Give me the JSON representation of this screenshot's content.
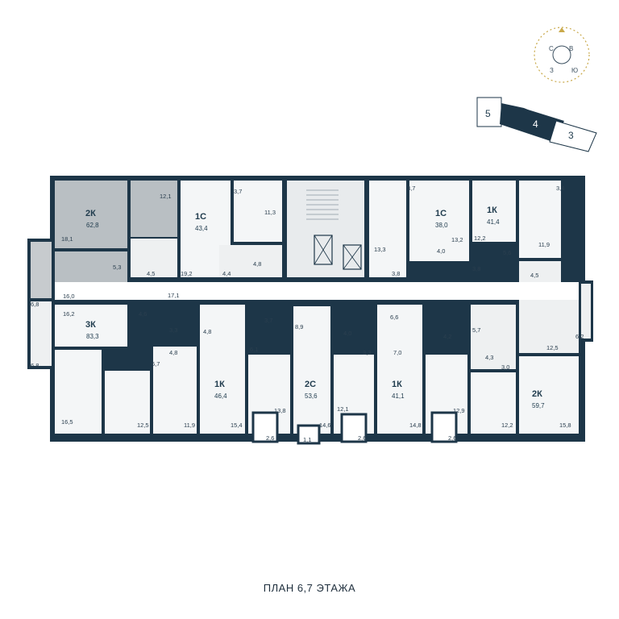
{
  "caption": "ПЛАН 6,7 ЭТАЖА",
  "compass": {
    "n": "С",
    "e": "В",
    "s": "Ю",
    "w": "З"
  },
  "sections": [
    "5",
    "4",
    "3"
  ],
  "colors": {
    "wall": "#1d3648",
    "room": "#f4f6f7",
    "highlight": "#b9bfc3",
    "accent": "#c9a94a"
  },
  "apartments": [
    {
      "type": "2К",
      "total": "62,8"
    },
    {
      "type": "1С",
      "total": "43,4"
    },
    {
      "type": "1С",
      "total": "38,0"
    },
    {
      "type": "1К",
      "total": "41,4"
    },
    {
      "type": "3К",
      "total": "83,3"
    },
    {
      "type": "1К",
      "total": "46,4"
    },
    {
      "type": "2С",
      "total": "53,6"
    },
    {
      "type": "1К",
      "total": "41,1"
    },
    {
      "type": "2К",
      "total": "59,7"
    }
  ],
  "room_areas": [
    "12,1",
    "18,1",
    "5,3",
    "4,5",
    "19,2",
    "3,7",
    "11,3",
    "4,4",
    "4,8",
    "3,7",
    "13,3",
    "13,2",
    "3,8",
    "4,0",
    "3,8",
    "3,4",
    "12,2",
    "5,6",
    "11,9",
    "4,5",
    "6,8",
    "16,0",
    "17,1",
    "16,2",
    "4,6",
    "3,3",
    "4,8",
    "6,8",
    "6,7",
    "4,8",
    "3,7",
    "8,9",
    "4,0",
    "6,6",
    "4,2",
    "5,7",
    "6,2",
    "6,1",
    "3,3",
    "7,0",
    "4,3",
    "3,0",
    "12,5",
    "16,5",
    "12,5",
    "11,9",
    "15,4",
    "13,8",
    "12,1",
    "14,6",
    "14,8",
    "12,9",
    "12,2",
    "15,8",
    "2,6",
    "1,1",
    "2,6",
    "2,6"
  ]
}
